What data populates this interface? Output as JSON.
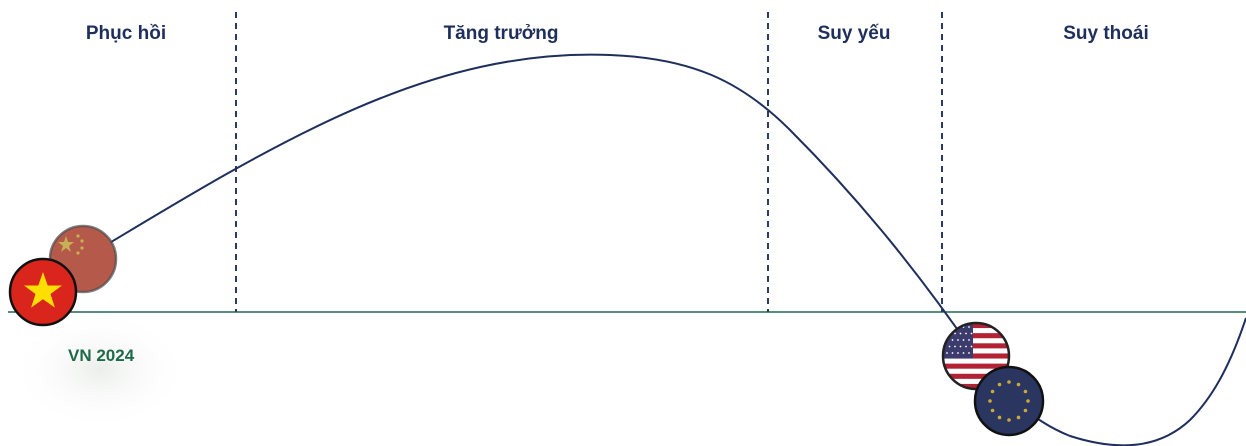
{
  "diagram": {
    "phases": [
      {
        "label": "Phục hồi"
      },
      {
        "label": "Tăng trưởng"
      },
      {
        "label": "Suy yếu"
      },
      {
        "label": "Suy thoái"
      }
    ],
    "markers": {
      "vn_label": "VN 2024"
    },
    "flags": [
      {
        "name": "vietnam",
        "meaning": "Vietnam flag"
      },
      {
        "name": "china",
        "meaning": "China flag"
      },
      {
        "name": "usa",
        "meaning": "United States flag"
      },
      {
        "name": "eu",
        "meaning": "European Union flag"
      }
    ],
    "colors": {
      "phase_label": "#1f2f5c",
      "curve": "#1f2f5c",
      "baseline": "#1e6a4a",
      "divider": "#2b3b66",
      "vn_label": "#1e6a4a",
      "vn_red": "#da251d",
      "vn_star": "#ffde00",
      "cn_red": "#b55a4a",
      "cn_star": "#c8b054",
      "us_red": "#b22234",
      "us_blue": "#3c3b6e",
      "eu_blue": "#2a3560",
      "eu_star": "#c9a93a"
    }
  }
}
